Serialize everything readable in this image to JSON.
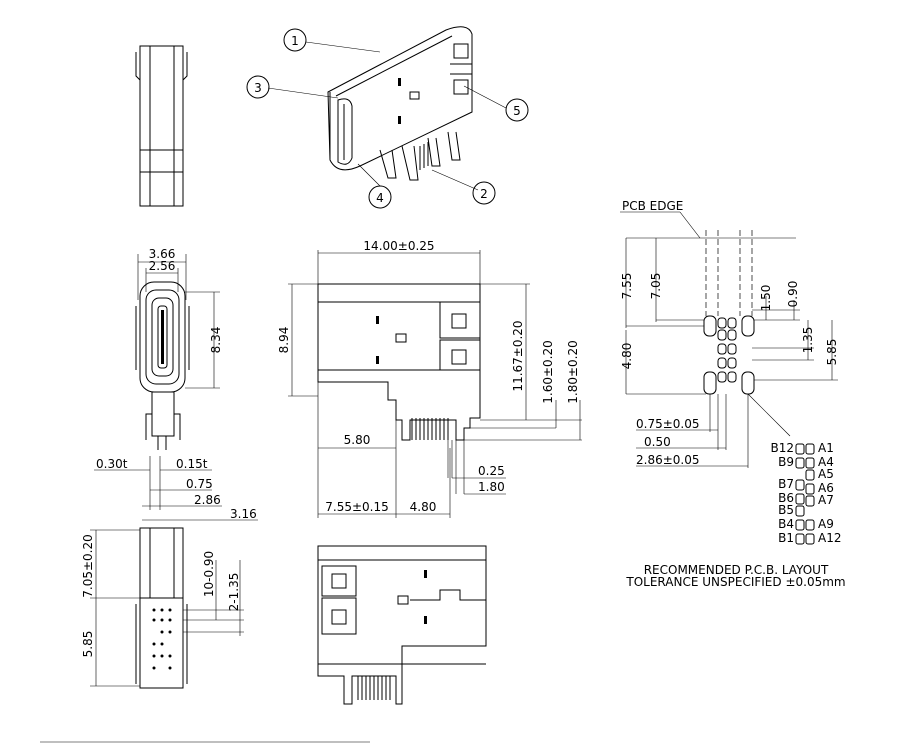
{
  "callouts": [
    "1",
    "2",
    "3",
    "4",
    "5"
  ],
  "dims": {
    "w366": "3.66",
    "w256": "2.56",
    "h834": "8.34",
    "t030": "0.30t",
    "t015": "0.15t",
    "d075": "0.75",
    "d286": "2.86",
    "d316": "3.16",
    "d1400": "14.00±0.25",
    "d894": "8.94",
    "d1167": "11.67±0.20",
    "d160": "1.60±0.20",
    "d180": "1.80±0.20",
    "d580": "5.80",
    "d025": "0.25",
    "d180b": "1.80",
    "d755": "7.55±0.15",
    "d480": "4.80",
    "s705": "7.05±0.20",
    "s10090": "10-0.90",
    "s2135": "2-1.35",
    "s585": "5.85"
  },
  "pcb": {
    "edge_label": "PCB EDGE",
    "d755": "7.55",
    "d705": "7.05",
    "d150": "1.50",
    "d090": "0.90",
    "d480": "4.80",
    "d135": "1.35",
    "d585": "5.85",
    "d075": "0.75±0.05",
    "d050": "0.50",
    "d286": "2.86±0.05",
    "pins_left": [
      "B12",
      "B9",
      "B7",
      "B6",
      "B5",
      "B4",
      "B1"
    ],
    "pins_right": [
      "A1",
      "A4",
      "A5",
      "A6",
      "A7",
      "A9",
      "A12"
    ],
    "note1": "RECOMMENDED    P.C.B.  LAYOUT",
    "note2": "TOLERANCE  UNSPECIFIED  ±0.05mm"
  }
}
